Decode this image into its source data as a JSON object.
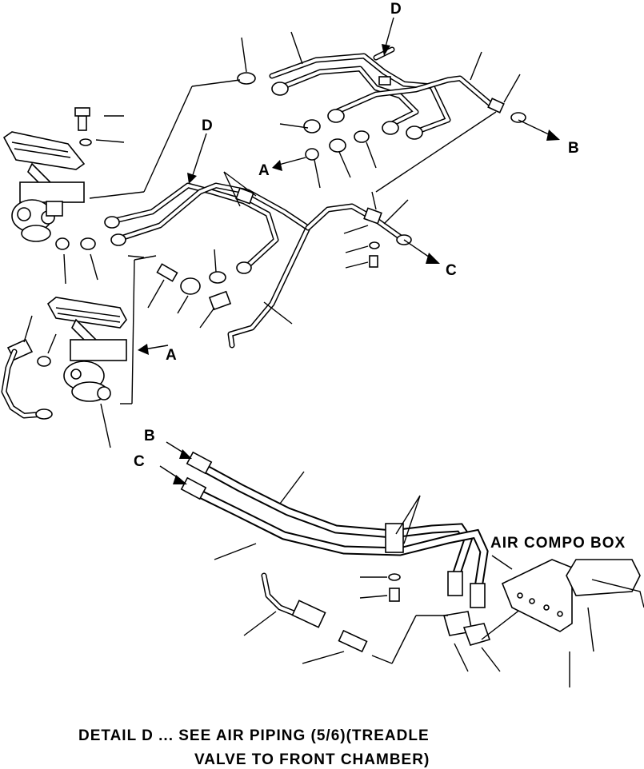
{
  "callouts": {
    "d_top": "D",
    "b_right": "B",
    "d_left": "D",
    "a_mid": "A",
    "c_right": "C",
    "a_lower": "A",
    "b_hose": "B",
    "c_hose": "C"
  },
  "air_compo_box_label": "AIR COMPO BOX",
  "caption": {
    "line1": "DETAIL D ... SEE AIR PIPING (5/6)(TREADLE",
    "line2": "VALVE TO FRONT CHAMBER)"
  }
}
